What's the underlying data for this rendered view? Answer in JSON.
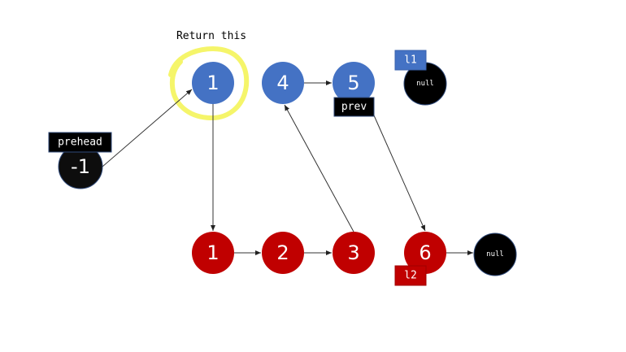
{
  "title": "Return this",
  "colors": {
    "l1": "#4472c4",
    "l2": "#c00000",
    "null": "#000000",
    "highlight": "#f5f56a"
  },
  "list1": [
    {
      "value": "1"
    },
    {
      "value": "4"
    },
    {
      "value": "5"
    },
    {
      "value": "null"
    }
  ],
  "list2": [
    {
      "value": "1"
    },
    {
      "value": "2"
    },
    {
      "value": "3"
    },
    {
      "value": "6"
    },
    {
      "value": "null"
    }
  ],
  "prehead": {
    "value": "-1",
    "label": "prehead"
  },
  "pointers": {
    "prev": "prev",
    "l1": "l1",
    "l2": "l2"
  }
}
